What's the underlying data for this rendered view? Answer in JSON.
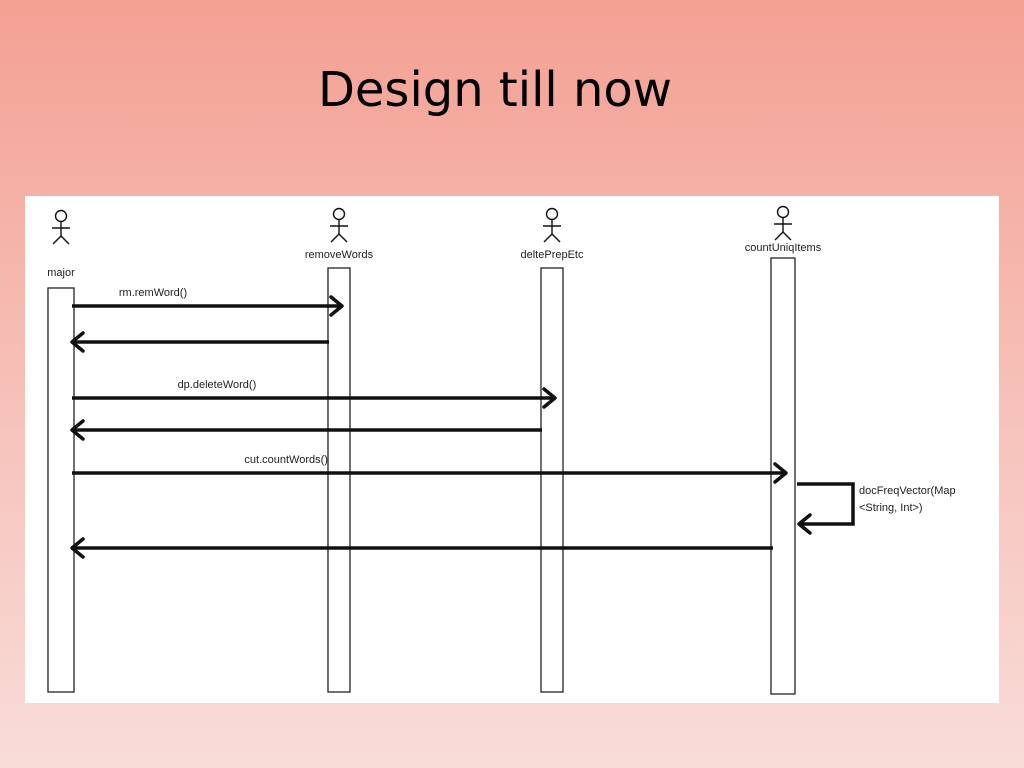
{
  "slide": {
    "title": "Design till now"
  },
  "diagram": {
    "participants": [
      {
        "id": "major",
        "label": "major"
      },
      {
        "id": "removeWords",
        "label": "removeWords"
      },
      {
        "id": "deltePrepEtc",
        "label": "deltePrepEtc"
      },
      {
        "id": "countUniqItems",
        "label": "countUniqItems"
      }
    ],
    "messages": [
      {
        "id": "m1",
        "from": "major",
        "to": "removeWords",
        "label": "rm.remWord()",
        "type": "call"
      },
      {
        "id": "m2",
        "from": "removeWords",
        "to": "major",
        "label": "",
        "type": "return"
      },
      {
        "id": "m3",
        "from": "major",
        "to": "deltePrepEtc",
        "label": "dp.deleteWord()",
        "type": "call"
      },
      {
        "id": "m4",
        "from": "deltePrepEtc",
        "to": "major",
        "label": "",
        "type": "return"
      },
      {
        "id": "m5",
        "from": "major",
        "to": "countUniqItems",
        "label": "cut.countWords()",
        "type": "call"
      },
      {
        "id": "m6",
        "from": "countUniqItems",
        "to": "countUniqItems",
        "label": "docFreqVector(Map",
        "label2": "<String, Int>)",
        "type": "self"
      },
      {
        "id": "m7",
        "from": "countUniqItems",
        "to": "major",
        "label": "",
        "type": "return"
      }
    ]
  }
}
